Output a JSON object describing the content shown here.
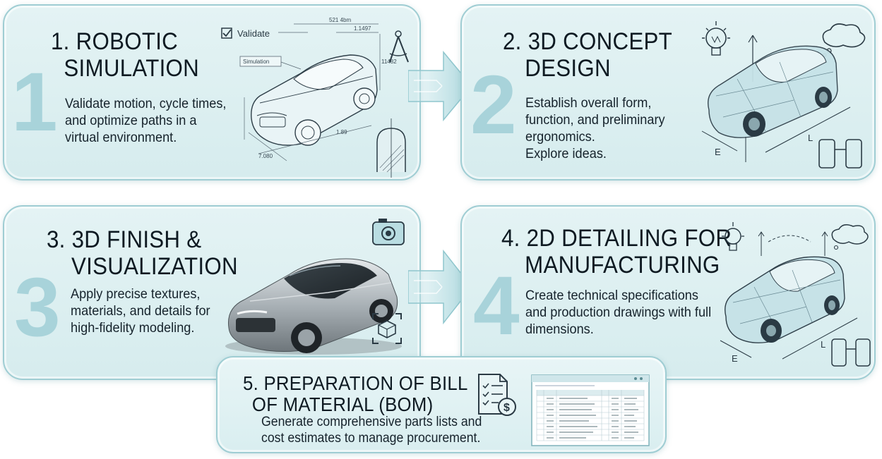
{
  "steps": [
    {
      "number": "1",
      "title_line1": "1. ROBOTIC",
      "title_line2": "SIMULATION",
      "description": [
        "Validate motion, cycle times,",
        "and optimize paths in a",
        "virtual environment."
      ],
      "sketch_labels": {
        "validate": "Validate",
        "simulation": "Simulation",
        "dim_top": "521 4bm",
        "dim_right": "1.1497",
        "dim_side": "11482",
        "dim_bottom": "1.89",
        "dim_low": "7.080"
      }
    },
    {
      "number": "2",
      "title_line1": "2. 3D CONCEPT",
      "title_line2": "DESIGN",
      "description": [
        "Establish overall form,",
        "function, and preliminary",
        "ergonomics.",
        "Explore ideas."
      ],
      "sketch_labels": {
        "e": "E",
        "l": "L"
      }
    },
    {
      "number": "3",
      "title_line1": "3. 3D FINISH &",
      "title_line2": "VISUALIZATION",
      "description": [
        "Apply precise textures,",
        "materials, and details for",
        "high-fidelity modeling."
      ]
    },
    {
      "number": "4",
      "title_line1": "4. 2D DETAILING FOR",
      "title_line2": "MANUFACTURING",
      "description": [
        "Create technical specifications",
        "and production drawings with full",
        "dimensions."
      ],
      "sketch_labels": {
        "e": "E",
        "l": "L"
      }
    },
    {
      "title_line1": "5. PREPARATION OF BILL",
      "title_line2": "OF MATERIAL (BOM)",
      "description": [
        "Generate comprehensive parts lists and",
        "cost estimates to manage procurement."
      ]
    }
  ],
  "icons": [
    "checkbox-icon",
    "compass-icon",
    "arch-icon",
    "lightbulb-icon",
    "thought-cloud-icon",
    "seat-icon",
    "camera-icon",
    "cube-scan-icon",
    "document-checklist-icon",
    "dollar-coin-icon"
  ],
  "colors": {
    "panel_bg": "#dcefF1",
    "panel_border": "#9fcdd3",
    "big_number": "#a8d3da",
    "arrow": "#b9dfe4",
    "title": "#0e1a22"
  }
}
